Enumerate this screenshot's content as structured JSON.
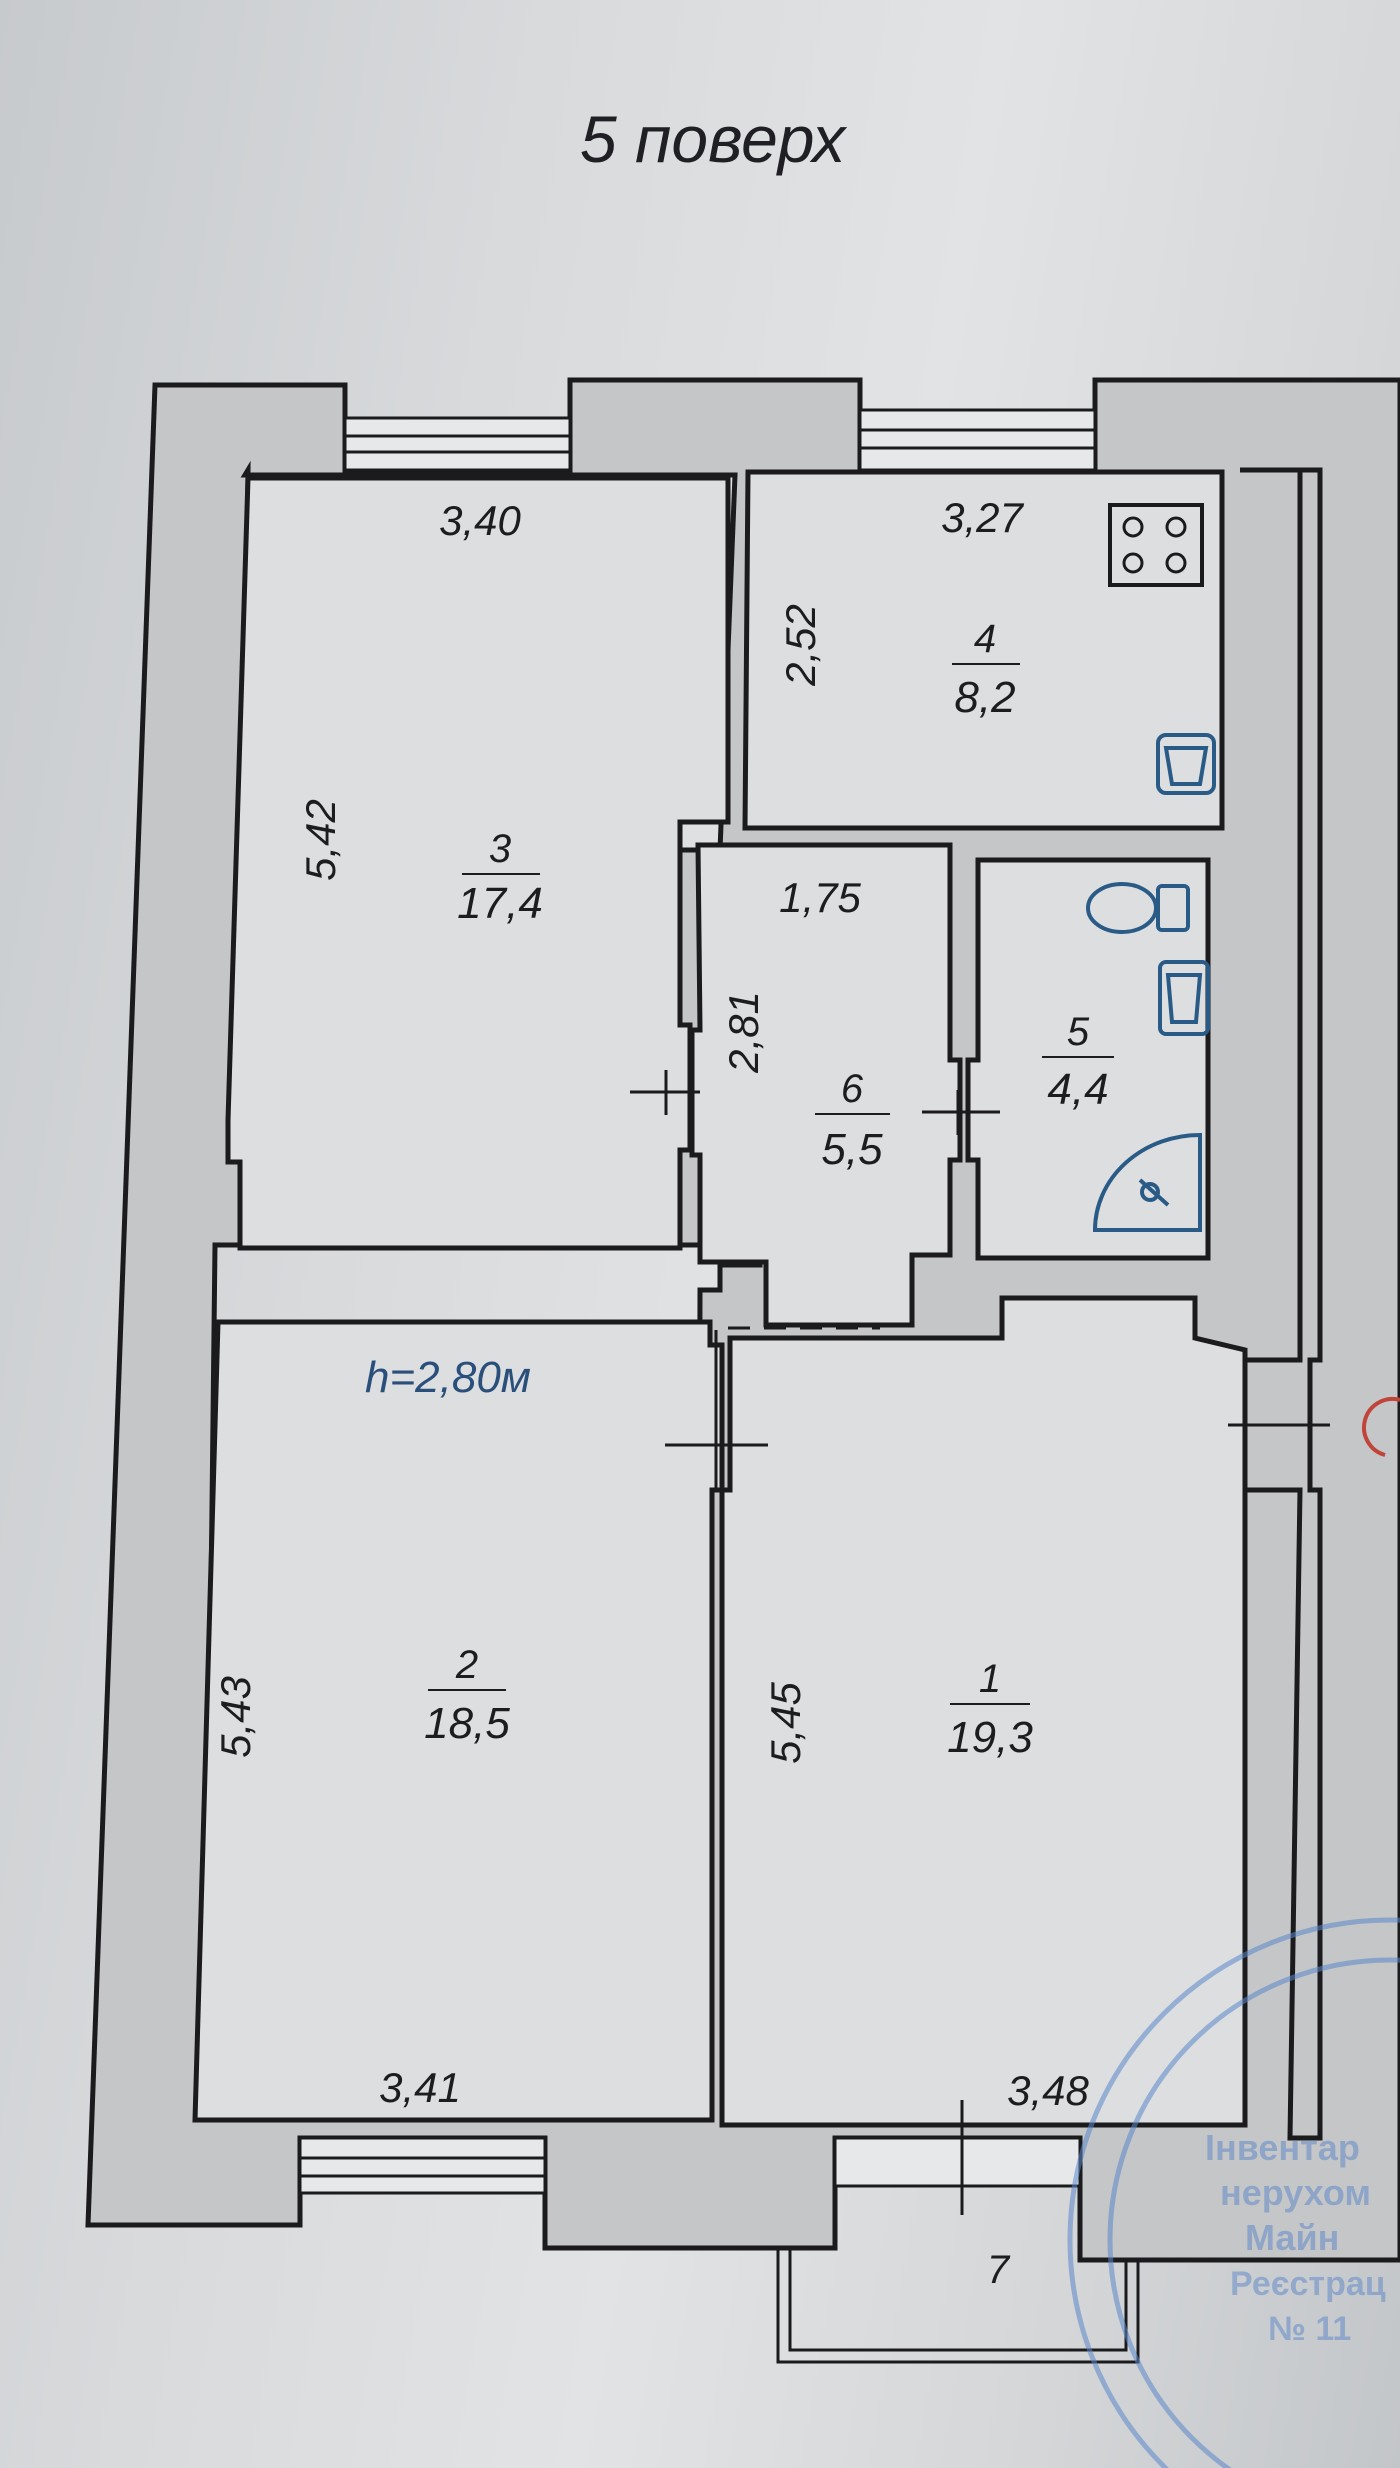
{
  "title": "5 поверх",
  "ceiling_height": "h=2,80м",
  "rooms": [
    {
      "number": "1",
      "area": "19,3"
    },
    {
      "number": "2",
      "area": "18,5"
    },
    {
      "number": "3",
      "area": "17,4"
    },
    {
      "number": "4",
      "area": "8,2"
    },
    {
      "number": "5",
      "area": "4,4"
    },
    {
      "number": "6",
      "area": "5,5"
    },
    {
      "number": "7"
    }
  ],
  "dimensions": {
    "r3_top": "3,40",
    "r3_left": "5,42",
    "r4_top": "3,27",
    "r4_left": "2,52",
    "r6_top": "1,75",
    "r6_left": "2,81",
    "r2_left": "5,43",
    "r2_bottom": "3,41",
    "r1_left": "5,45",
    "r1_bottom": "3,48"
  },
  "stamp_fragments": [
    "Інвентар",
    "нерухом",
    "Майн",
    "Реєстрац",
    "№ 11"
  ],
  "colors": {
    "ink": "#1b1b1d",
    "wall": "#c4c6c8",
    "fixture": "#2a5b86",
    "stamp": "#5b86c9"
  }
}
